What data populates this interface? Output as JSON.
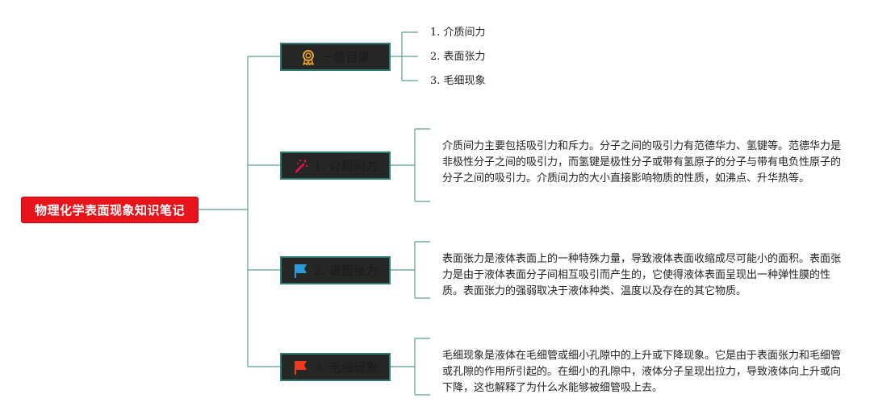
{
  "root": {
    "title": "物理化学表面现象知识笔记"
  },
  "branches": [
    {
      "label": "一级目录",
      "icon": "award-medal-icon",
      "icon_color": "#e0a12b"
    },
    {
      "label": "1. 介质间力",
      "icon": "magic-wand-icon",
      "icon_color": "#e8144f"
    },
    {
      "label": "2. 表面张力",
      "icon": "flag-icon",
      "icon_color": "#2a9bd8"
    },
    {
      "label": "3. 毛细现象",
      "icon": "flag-icon",
      "icon_color": "#ef3a1e"
    }
  ],
  "toc": [
    "1. 介质间力",
    "2. 表面张力",
    "3. 毛细现象"
  ],
  "descriptions": [
    "介质间力主要包括吸引力和斥力。分子之间的吸引力有范德华力、氢键等。范德华力是非极性分子之间的吸引力，而氢键是极性分子或带有氢原子的分子与带有电负性原子的分子之间的吸引力。介质间力的大小直接影响物质的性质，如沸点、升华热等。",
    "表面张力是液体表面上的一种特殊力量，导致液体表面收缩成尽可能小的面积。表面张力是由于液体表面分子间相互吸引而产生的，它使得液体表面呈现出一种弹性膜的性质。表面张力的强弱取决于液体种类、温度以及存在的其它物质。",
    "毛细现象是液体在毛细管或细小孔隙中的上升或下降现象。它是由于表面张力和毛细管或孔隙的作用所引起的。在细小的孔隙中，液体分子呈现出拉力，导致液体向上升或向下降，这也解释了为什么水能够被细管吸上去。"
  ],
  "colors": {
    "root_fill": "#e8141b",
    "branch_fill": "#262626",
    "branch_border": "#2e7d73",
    "connector": "#4f9a8f"
  }
}
